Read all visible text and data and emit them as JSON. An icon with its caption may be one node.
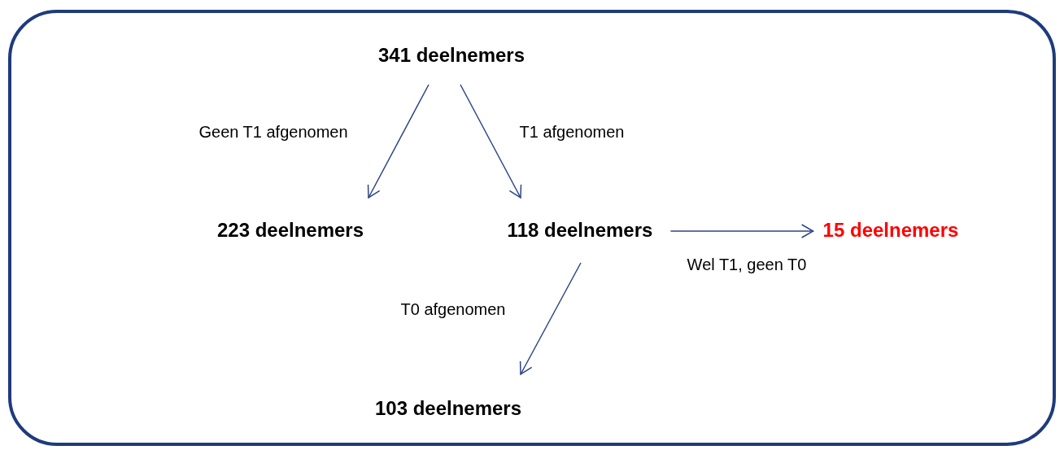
{
  "diagram": {
    "nodes": [
      {
        "text": [],
        "shape": "box"
      },
      {
        "text": [
          "341 deelnemers"
        ],
        "in": 0
      },
      {
        "text": [
          "223 deelnemers"
        ],
        "in": 0
      },
      {
        "text": [
          "118 deelnemers"
        ],
        "in": 0
      },
      {
        "text": [
          "15 deelnemers"
        ],
        "in": 0
      },
      {
        "text": [
          "103 deelnemers"
        ],
        "in": 0
      }
    ],
    "edges": [
      {
        "from": 1,
        "to": 2,
        "arrow": "to",
        "label": "Geen T1 afgenomen"
      },
      {
        "from": 1,
        "to": 3,
        "arrow": "to",
        "label": "T1 afgenomen"
      },
      {
        "from": 3,
        "to": 4,
        "arrow": "to",
        "label": "Wel T1, geen T0"
      },
      {
        "from": 3,
        "to": 5,
        "arrow": "to",
        "label": "T0 afgenomen"
      }
    ]
  }
}
